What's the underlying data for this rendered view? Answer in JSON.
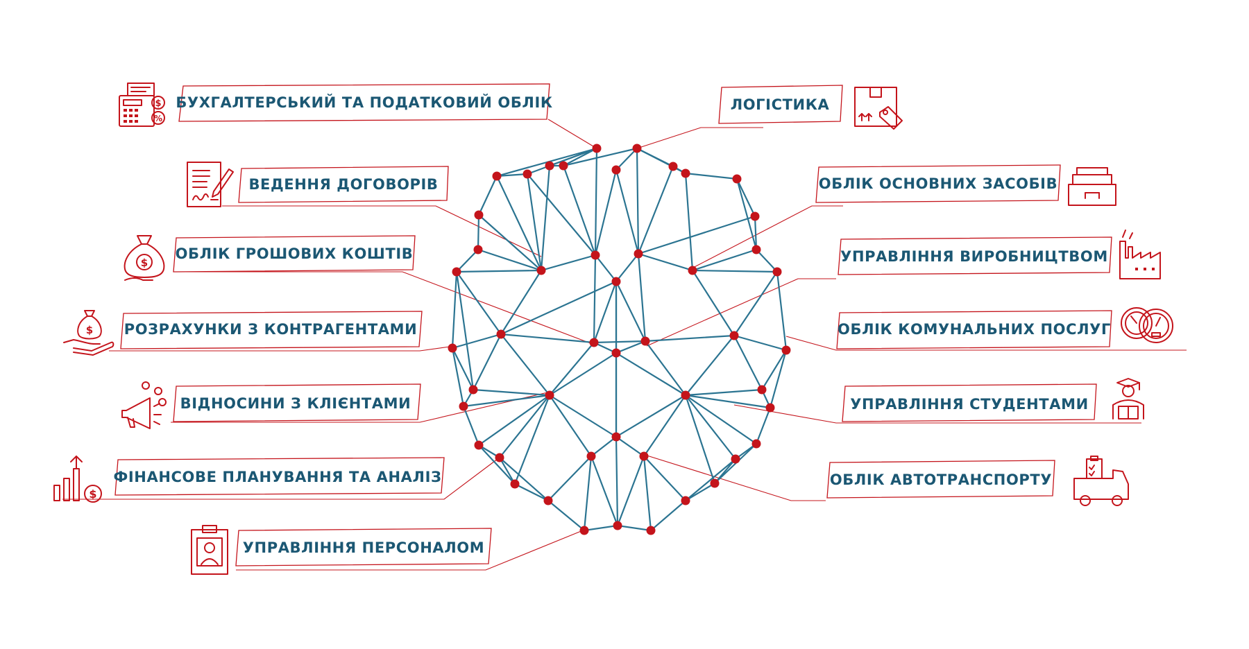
{
  "labels": {
    "accounting": "БУХГАЛТЕРСЬКИЙ ТА ПОДАТКОВИЙ ОБЛІК",
    "contracts": "ВЕДЕННЯ ДОГОВОРІВ",
    "cash": "ОБЛІК ГРОШОВИХ КОШТІВ",
    "counterparties": "РОЗРАХУНКИ З КОНТРАГЕНТАМИ",
    "clients": "ВІДНОСИНИ З КЛІЄНТАМИ",
    "planning": "ФІНАНСОВЕ ПЛАНУВАННЯ ТА АНАЛІЗ",
    "personnel": "УПРАВЛІННЯ ПЕРСОНАЛОМ",
    "logistics": "ЛОГІСТИКА",
    "fixed_assets": "ОБЛІК ОСНОВНИХ ЗАСОБІВ",
    "production": "УПРАВЛІННЯ ВИРОБНИЦТВОМ",
    "utilities": "ОБЛІК КОМУНАЛЬНИХ ПОСЛУГ",
    "students": "УПРАВЛІННЯ СТУДЕНТАМИ",
    "vehicles": "ОБЛІК АВТОТРАНСПОРТУ"
  },
  "icon_text": {
    "dollar": "$",
    "percent": "%"
  },
  "colors": {
    "accent": "#c4141b",
    "text": "#1b5773",
    "network_edges": "#2b7491"
  },
  "icons": [
    "calculator-icon",
    "contract-icon",
    "money-bag-icon",
    "money-hand-icon",
    "megaphone-icon",
    "growth-chart-icon",
    "personnel-card-icon",
    "box-tag-icon",
    "filing-cabinet-icon",
    "factory-icon",
    "gauges-icon",
    "student-icon",
    "truck-icon"
  ]
}
